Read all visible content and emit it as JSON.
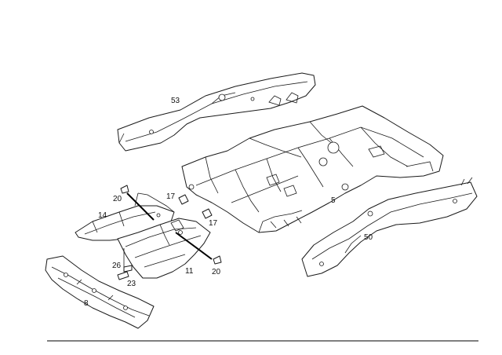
{
  "callouts": {
    "c53": "53",
    "c5": "5",
    "c50": "50",
    "c20a": "20",
    "c20b": "20",
    "c17a": "17",
    "c17b": "17",
    "c14": "14",
    "c26": "26",
    "c23": "23",
    "c11": "11",
    "c8": "8"
  },
  "colors": {
    "line": "#1a1a1a",
    "background": "#ffffff"
  }
}
